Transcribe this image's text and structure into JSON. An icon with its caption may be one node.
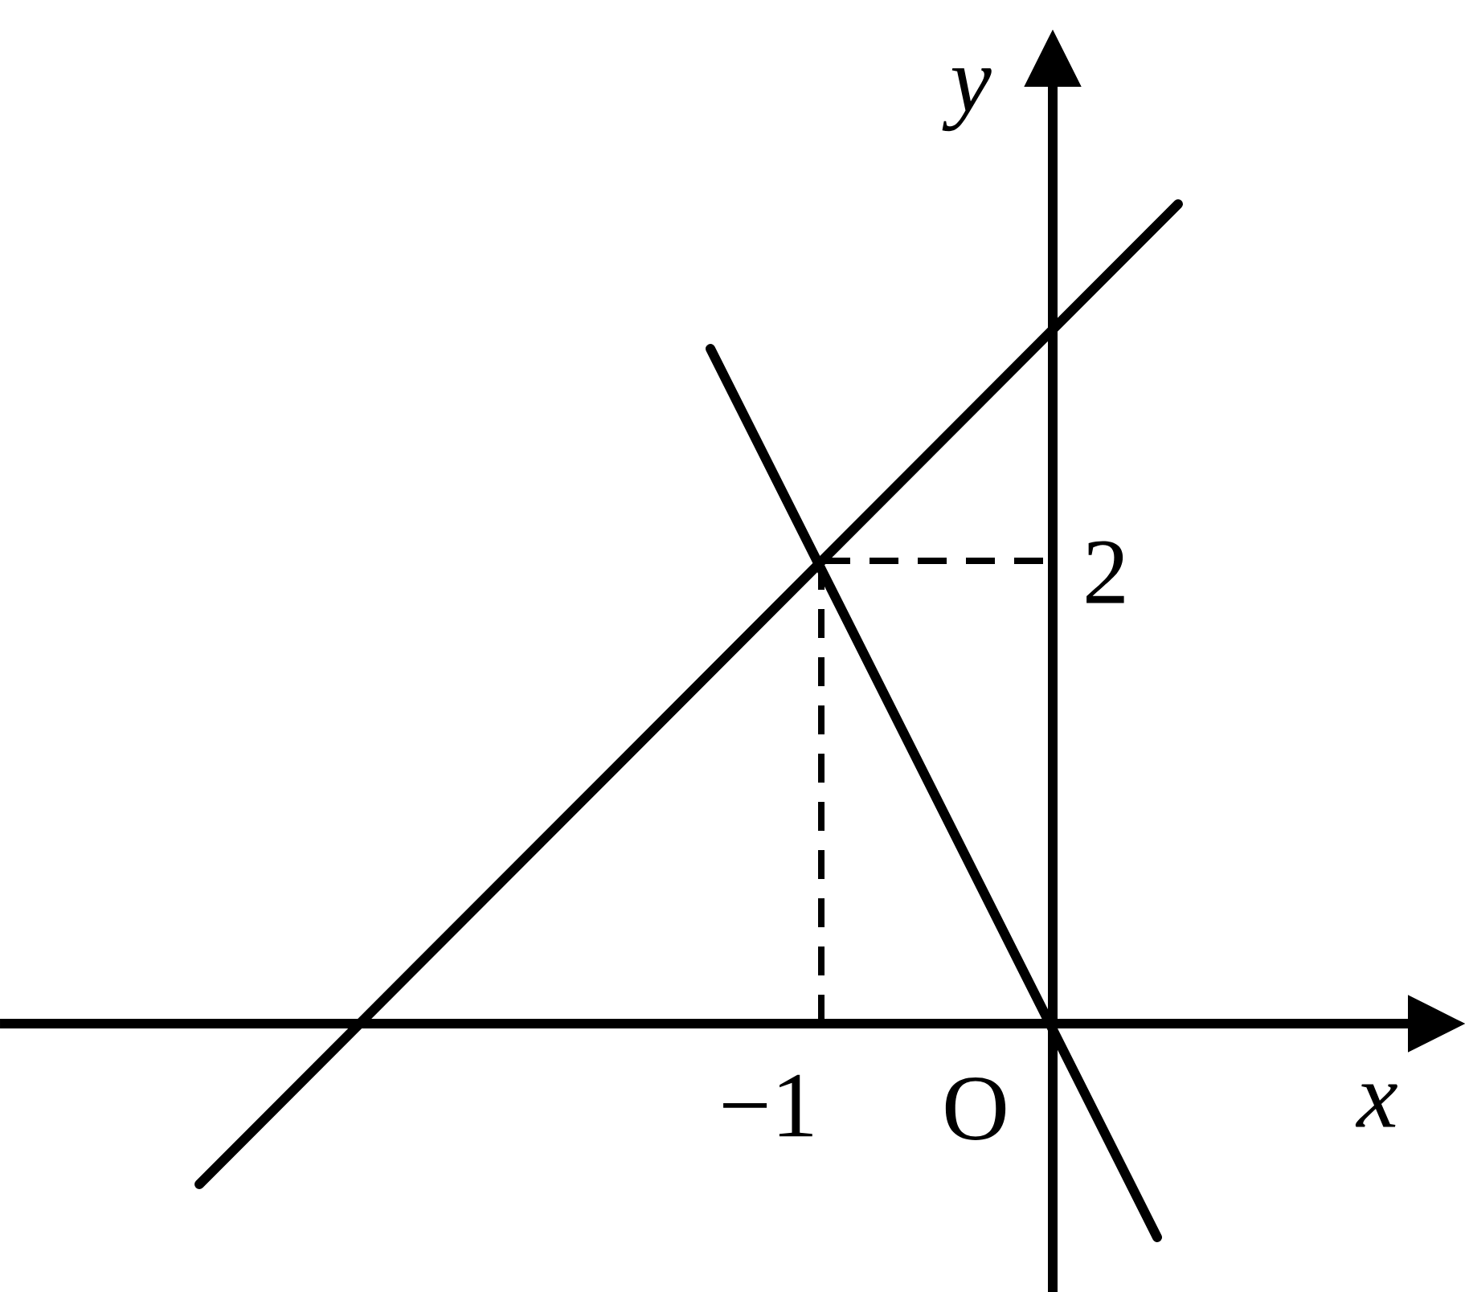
{
  "diagram": {
    "labels": [
      "y",
      "2",
      "−1",
      "O",
      "x"
    ]
  }
}
